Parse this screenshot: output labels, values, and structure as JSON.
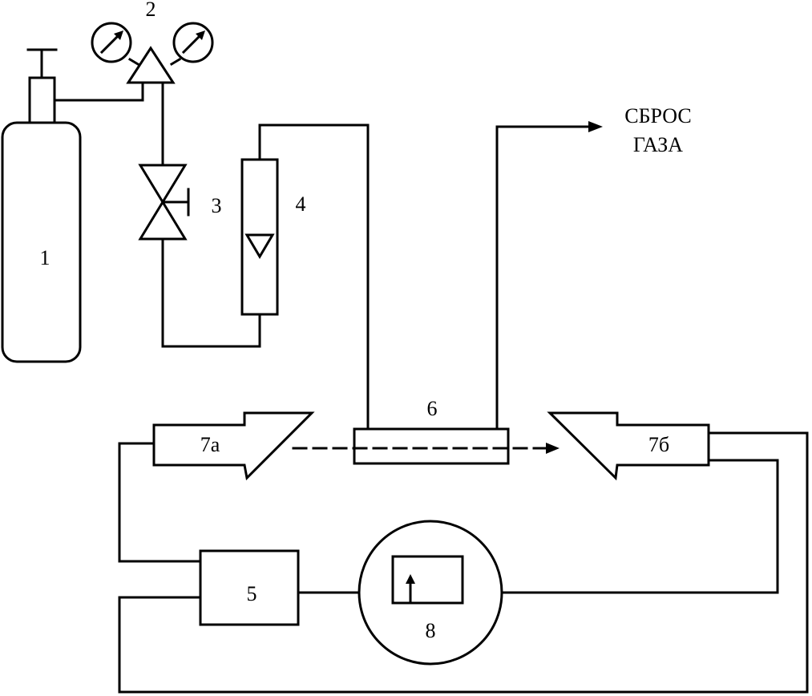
{
  "labels": {
    "cylinder": "1",
    "regulator": "2",
    "valve": "3",
    "flowmeter": "4",
    "controller": "5",
    "cell": "6",
    "emitter": "7а",
    "receiver": "7б",
    "recorder": "8"
  },
  "exhaust": {
    "line1": "СБРОС",
    "line2": "ГАЗА"
  },
  "icons": {
    "gauges": "pressure-gauge-icon",
    "valve": "needle-valve-icon",
    "float": "rotameter-float-icon",
    "recorder_marker": "up-arrow-icon"
  },
  "colors": {
    "stroke": "#000000",
    "background": "#ffffff"
  }
}
